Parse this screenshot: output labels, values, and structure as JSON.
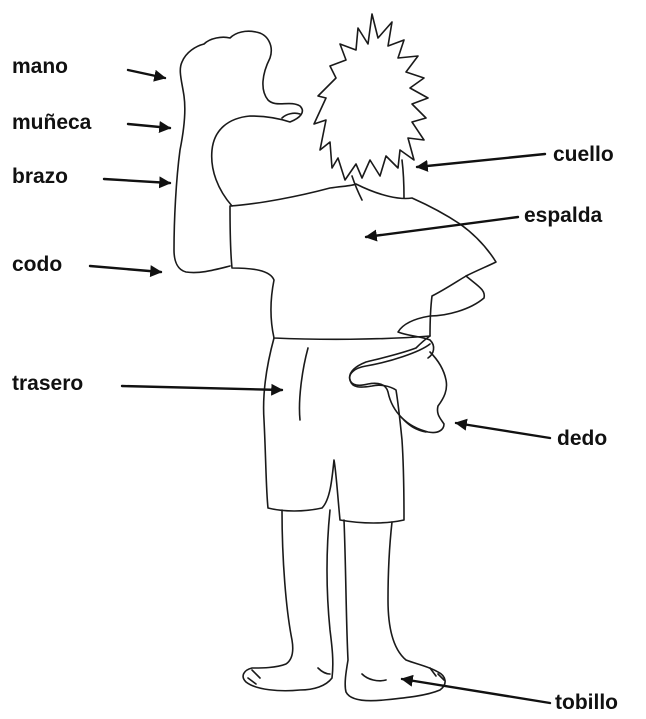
{
  "labels": {
    "mano": "mano",
    "muneca": "muñeca",
    "brazo": "brazo",
    "codo": "codo",
    "trasero": "trasero",
    "cuello": "cuello",
    "espalda": "espalda",
    "dedo": "dedo",
    "tobillo": "tobillo"
  },
  "colors": {
    "ink": "#1a1a1a",
    "background": "#ffffff"
  }
}
